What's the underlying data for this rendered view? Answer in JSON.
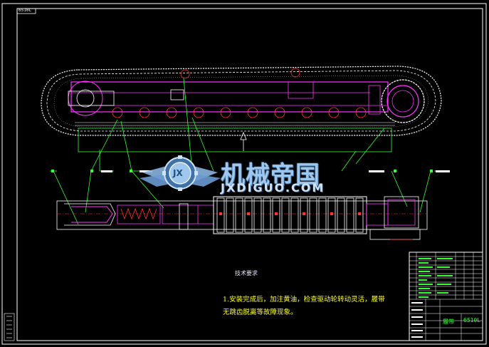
{
  "drawing": {
    "sheet_code_top": "6510L",
    "sheet_code_title_block": "6510L",
    "title_block_label": "履带",
    "notes_title": "技术要求",
    "notes": [
      "1.安装完成后，加注黄油，检查驱动轮转动灵活，履带",
      "无跳齿脱离等故障现象。"
    ]
  },
  "watermark": {
    "cn_text": "机械帝国",
    "en_text": "JXDIGUO.COM",
    "emblem_text": "JX"
  },
  "colors": {
    "background": "#000000",
    "frame": "#ffffff",
    "part_outline": "#ff33ff",
    "leader_line": "#33ff33",
    "track_chain": "#ffffff",
    "dimension_text": "#ff3333",
    "note_text": "#ffff33"
  }
}
